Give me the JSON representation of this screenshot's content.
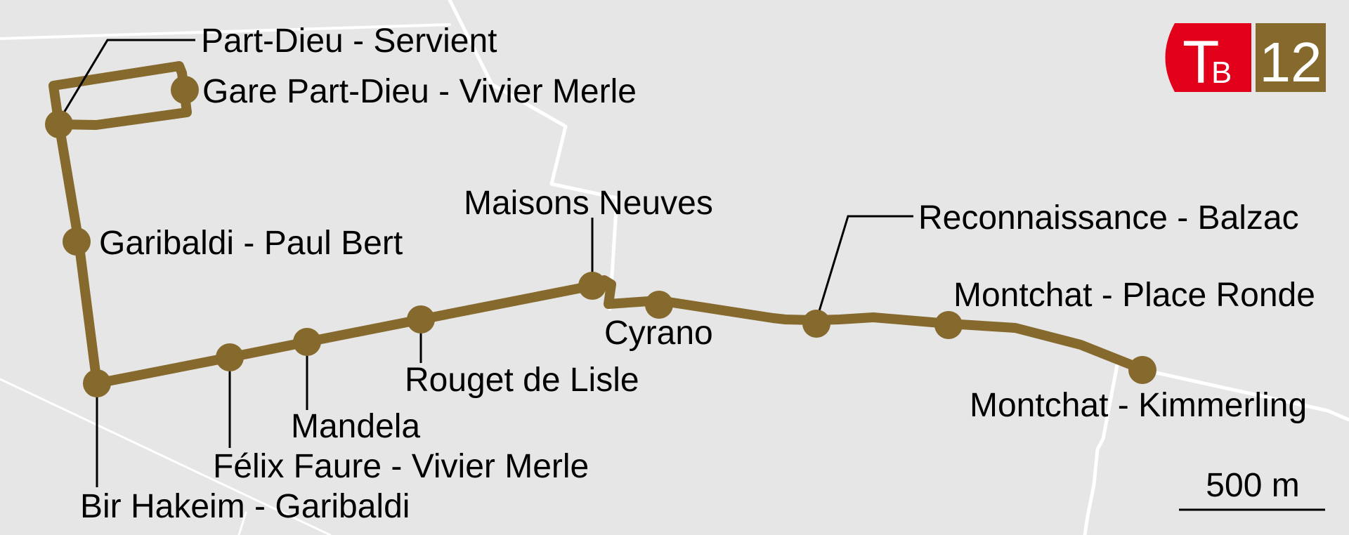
{
  "line": {
    "mode_letter": "T",
    "mode_sub": "B",
    "number": "12",
    "mode_color": "#e2001a",
    "line_color": "#85692d"
  },
  "stations": [
    {
      "id": "part-dieu-servient",
      "name": "Part-Dieu - Servient"
    },
    {
      "id": "gare-part-dieu-vivier-merle",
      "name": "Gare Part-Dieu - Vivier Merle"
    },
    {
      "id": "garibaldi-paul-bert",
      "name": "Garibaldi - Paul Bert"
    },
    {
      "id": "bir-hakeim-garibaldi",
      "name": "Bir Hakeim - Garibaldi"
    },
    {
      "id": "felix-faure-vivier-merle",
      "name": "Félix Faure - Vivier Merle"
    },
    {
      "id": "mandela",
      "name": "Mandela"
    },
    {
      "id": "rouget-de-lisle",
      "name": "Rouget de Lisle"
    },
    {
      "id": "maisons-neuves",
      "name": "Maisons Neuves"
    },
    {
      "id": "cyrano",
      "name": "Cyrano"
    },
    {
      "id": "reconnaissance-balzac",
      "name": "Reconnaissance - Balzac"
    },
    {
      "id": "montchat-place-ronde",
      "name": "Montchat - Place Ronde"
    },
    {
      "id": "montchat-kimmerling",
      "name": "Montchat - Kimmerling"
    }
  ],
  "scale_bar": {
    "label": "500 m"
  },
  "colors": {
    "background": "#e6e6e6",
    "streets": "#ffffff",
    "leader": "#000000"
  }
}
